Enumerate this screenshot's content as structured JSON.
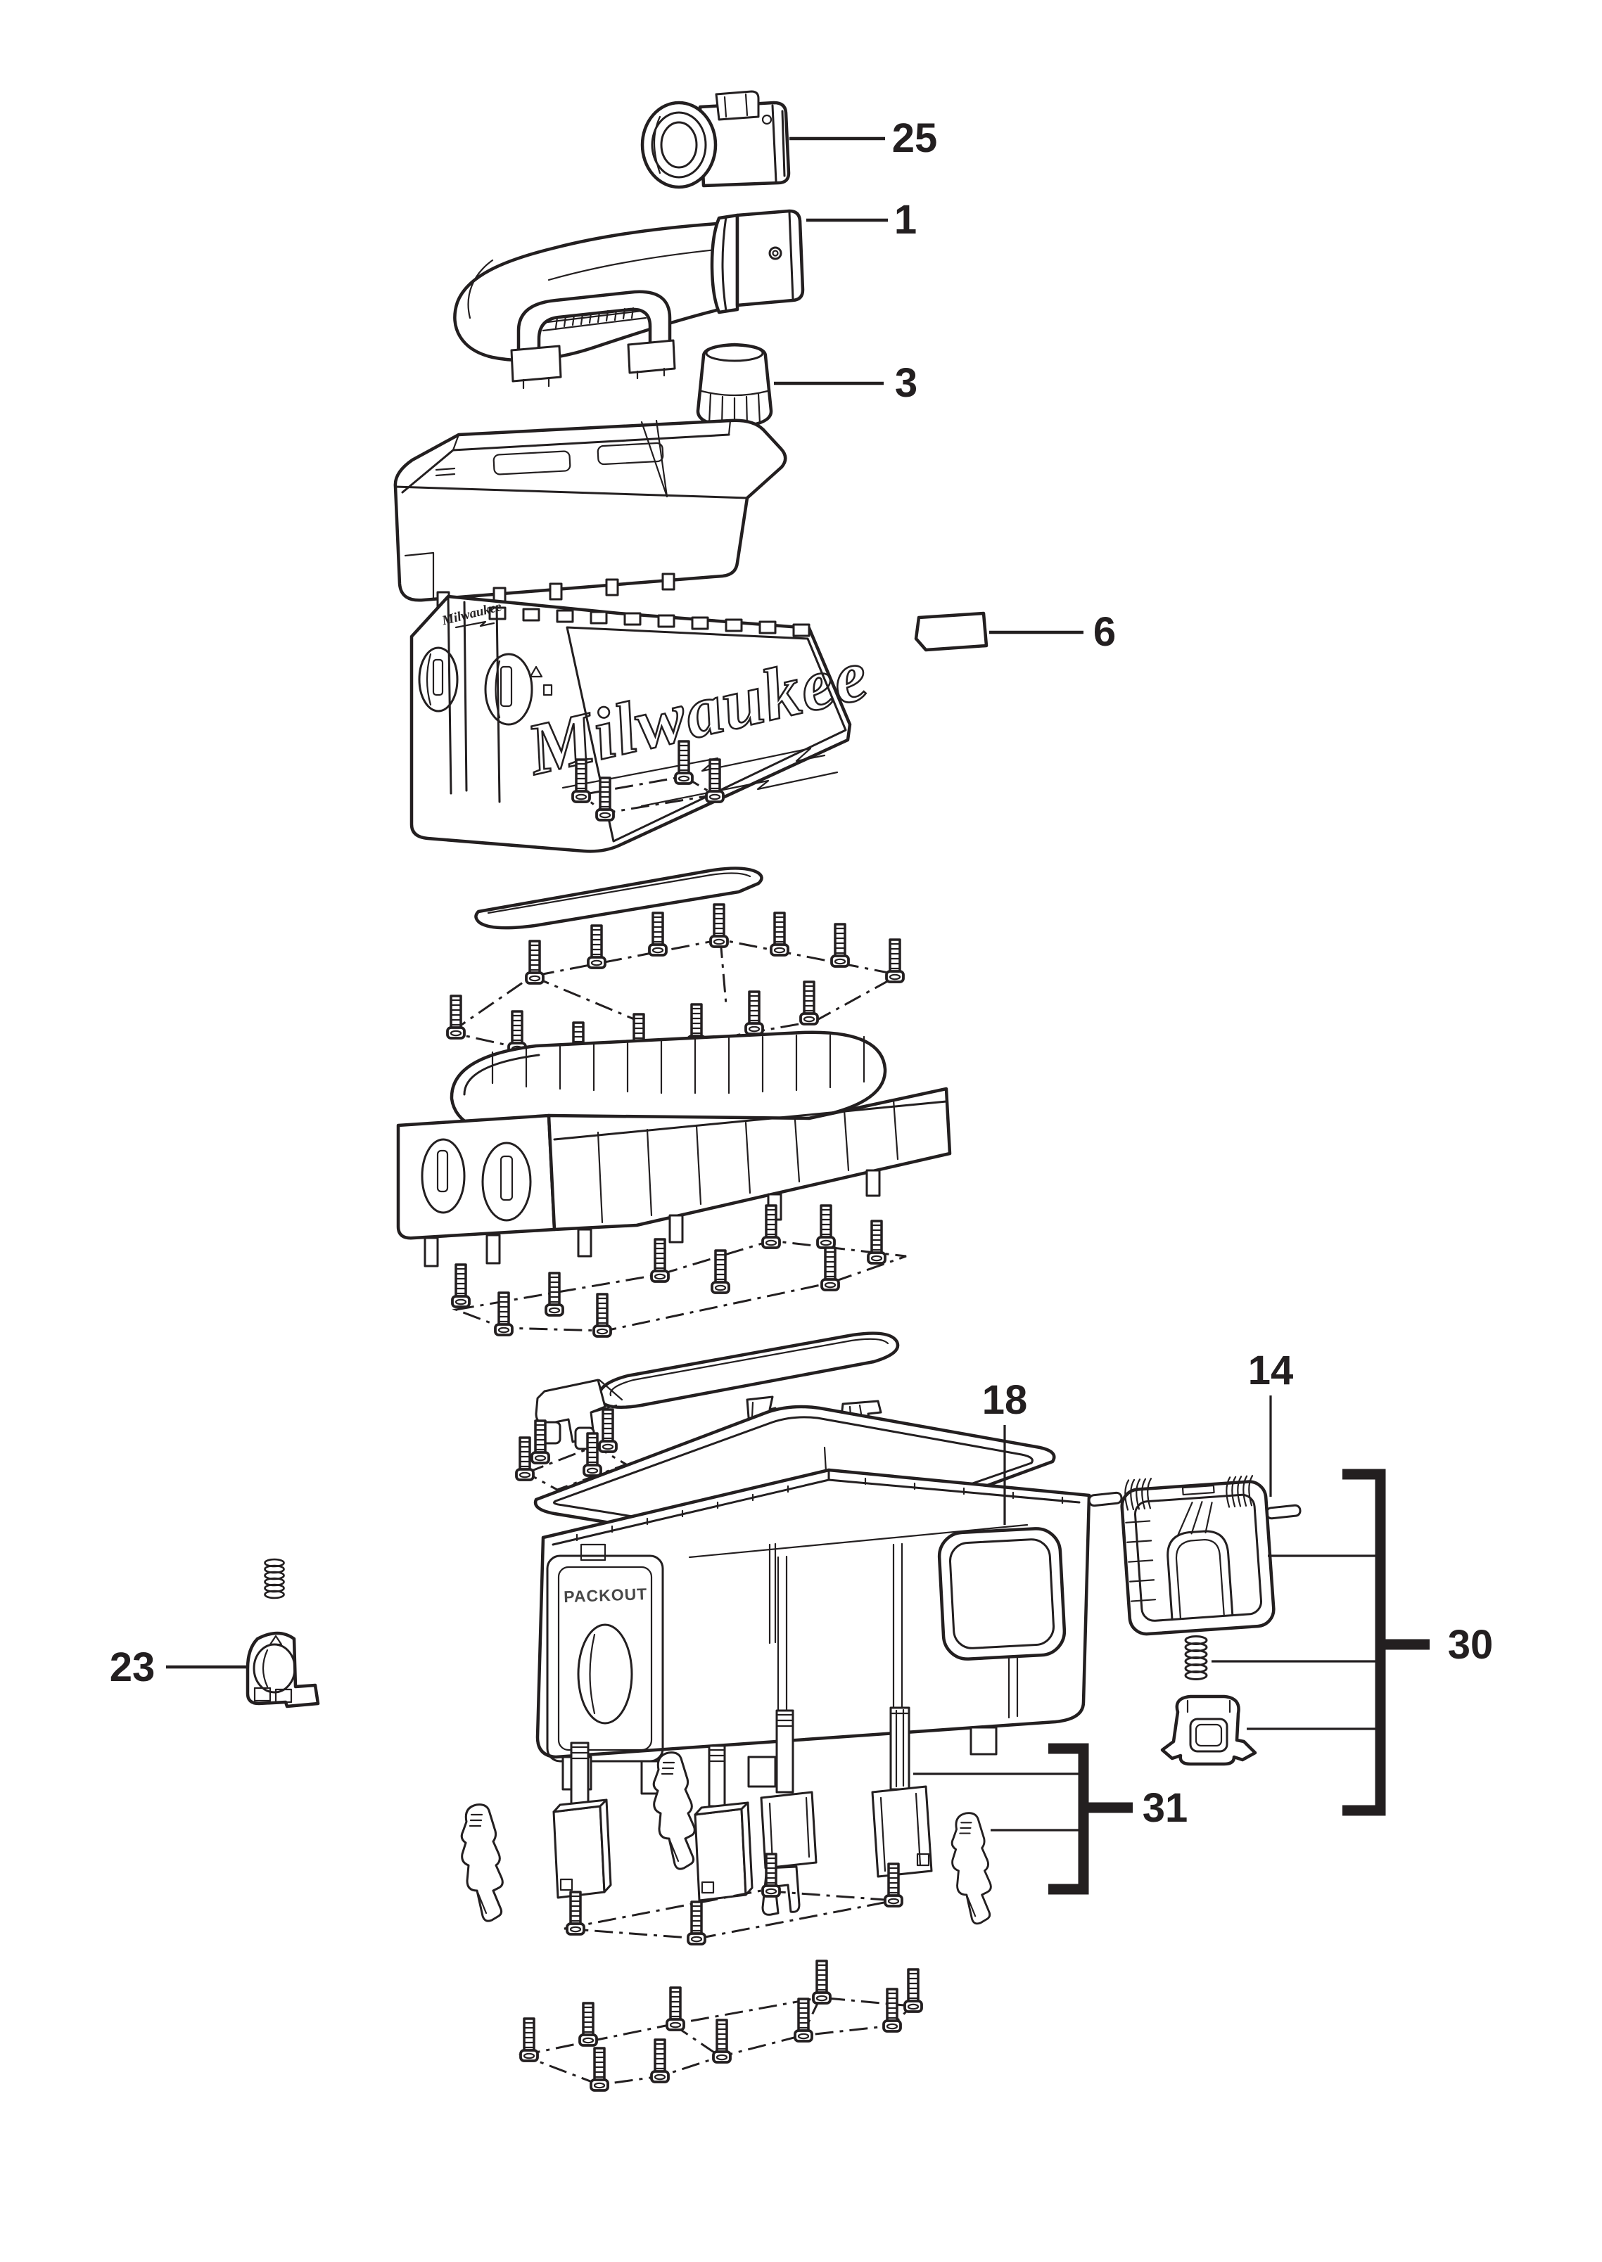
{
  "diagram": {
    "background": "#ffffff",
    "line_color": "#231f20",
    "callouts": {
      "c25": "25",
      "c1": "1",
      "c3": "3",
      "c6": "6",
      "c18": "18",
      "c14": "14",
      "c30": "30",
      "c23": "23",
      "c31": "31"
    },
    "branding": {
      "housing_logo": "Milwaukee",
      "corner_logo": "Milwaukee",
      "tank_label": "PACKOUT"
    }
  }
}
